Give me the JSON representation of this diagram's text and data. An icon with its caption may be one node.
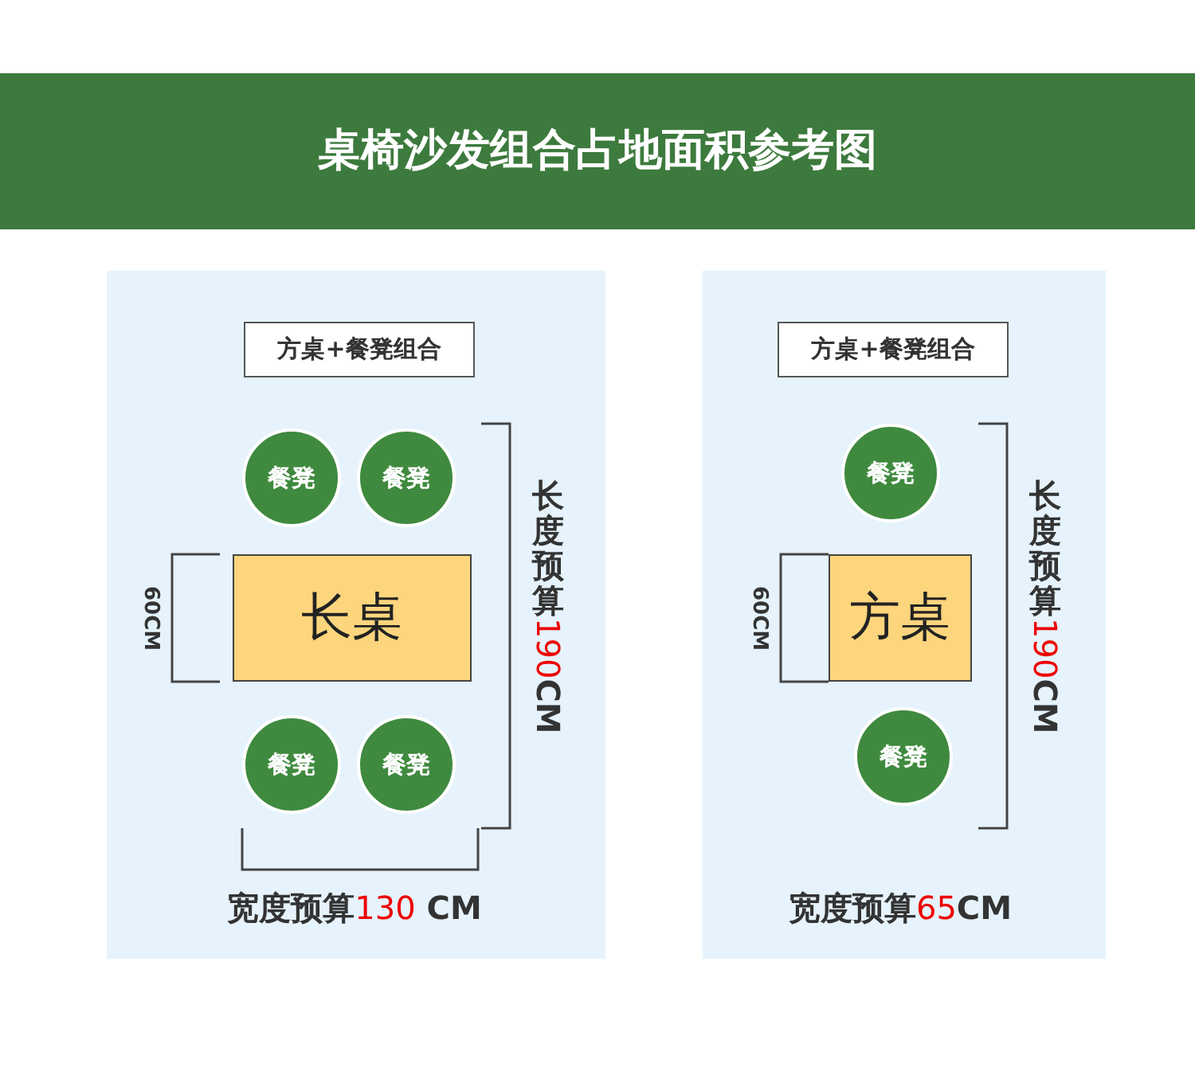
{
  "diagram": {
    "title": "桌椅沙发组合占地面积参考图",
    "nodes": [
      {
        "text": [],
        "shape": "box"
      },
      {
        "text": [
          "方桌+餐凳组合"
        ],
        "in": 0
      },
      {
        "text": [
          "餐凳"
        ],
        "in": 0
      },
      {
        "text": [
          "餐凳"
        ],
        "in": 0
      },
      {
        "text": [
          "长桌"
        ],
        "in": 0
      },
      {
        "text": [
          "餐凳"
        ],
        "in": 0
      },
      {
        "text": [
          "餐凳"
        ],
        "in": 0
      },
      {
        "text": [],
        "shape": "box"
      },
      {
        "text": [
          "方桌+餐凳组合"
        ],
        "in": 7
      },
      {
        "text": [
          "餐凳"
        ],
        "in": 7
      },
      {
        "text": [
          "方桌"
        ],
        "in": 7
      },
      {
        "text": [
          "餐凳"
        ],
        "in": 7
      }
    ],
    "labels": [
      "60CM",
      "长度预算190CM",
      "宽度预算130 CM",
      "60CM",
      "长度预算190CM",
      "宽度预算65CM"
    ]
  }
}
